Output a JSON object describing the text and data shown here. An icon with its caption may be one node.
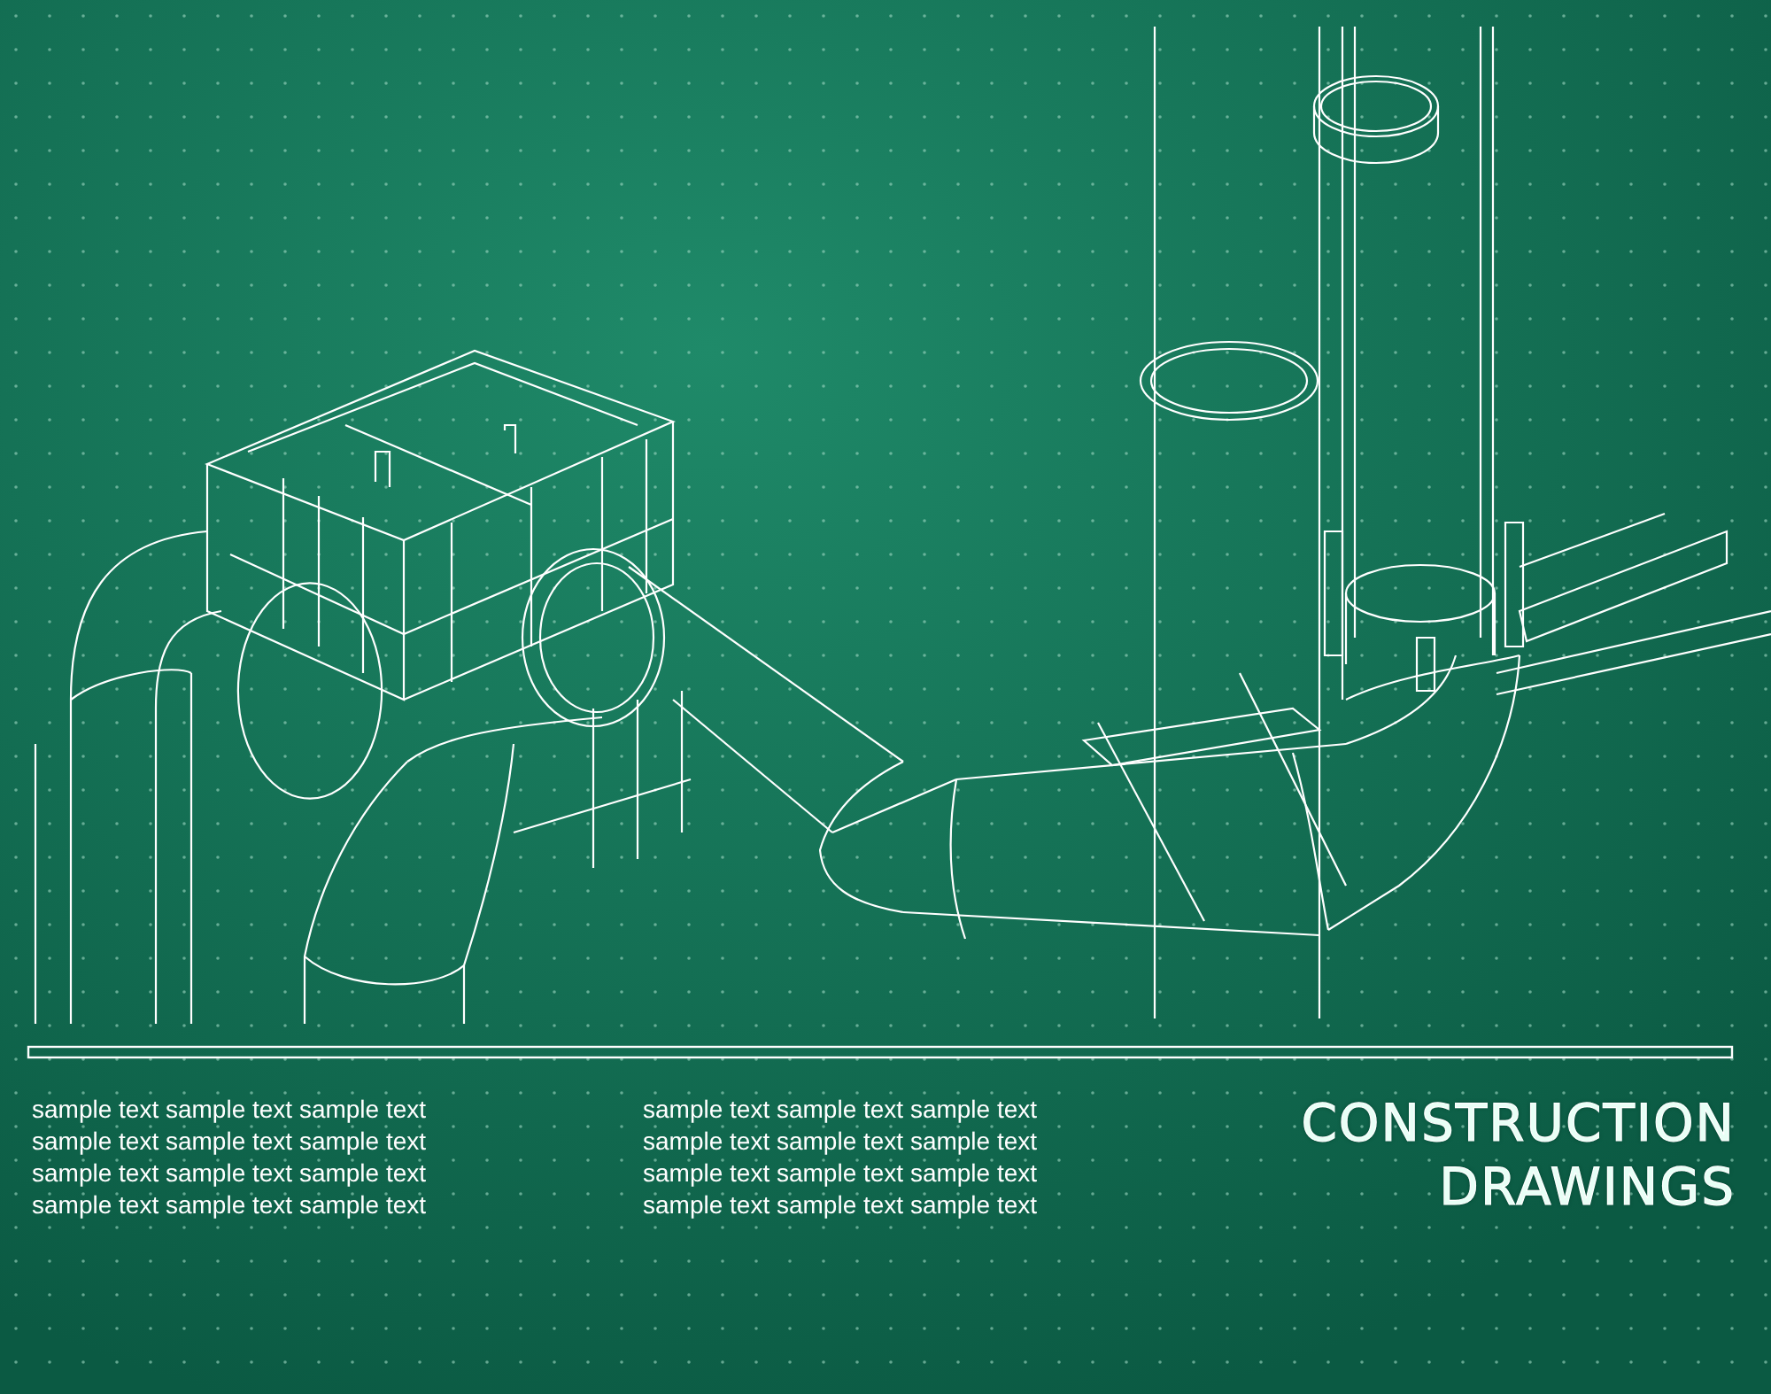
{
  "diagram": {
    "title": "CONSTRUCTION DRAWINGS",
    "labels": [
      "sample text sample text sample text",
      "sample text sample text sample text",
      "sample text sample text sample text",
      "sample text sample text sample text",
      "sample text sample text sample text",
      "sample text sample text sample text",
      "sample text sample text sample text",
      "sample text sample text sample text"
    ]
  }
}
